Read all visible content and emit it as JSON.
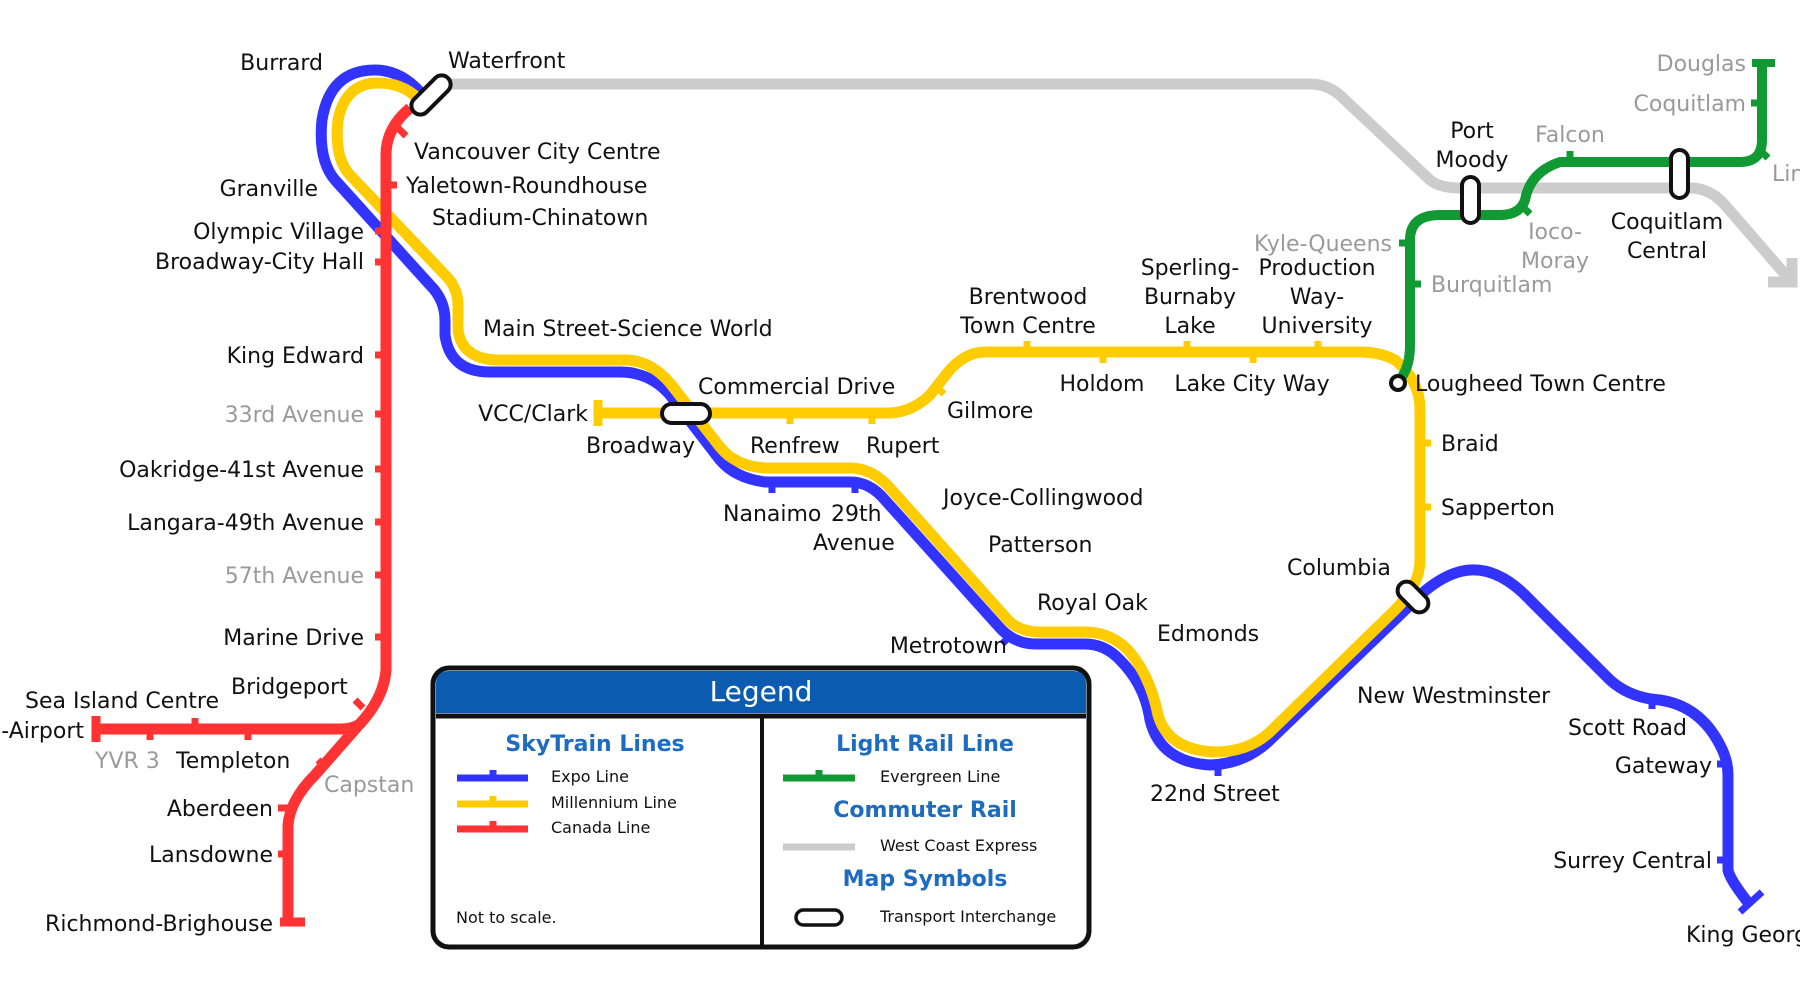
{
  "colors": {
    "expo": "#3333ff",
    "millennium": "#ffcc00",
    "canada": "#ff3333",
    "evergreen": "#119933",
    "wce": "#cccccc",
    "legend_header": "#0b5bb0",
    "legend_heading_text": "#1e6cc0",
    "future_station": "#9a9a9a"
  },
  "stations": {
    "waterfront": "Waterfront",
    "burrard": "Burrard",
    "granville": "Granville",
    "vancouver_city_centre": "Vancouver City Centre",
    "yaletown": "Yaletown-Roundhouse",
    "stadium": "Stadium-Chinatown",
    "olympic_village": "Olympic Village",
    "broadway_city_hall": "Broadway-City Hall",
    "main_street": "Main Street-Science World",
    "king_edward": "King Edward",
    "ave33": "33rd Avenue",
    "oakridge": "Oakridge-41st Avenue",
    "langara": "Langara-49th Avenue",
    "ave57": "57th Avenue",
    "marine_drive": "Marine Drive",
    "bridgeport": "Bridgeport",
    "sea_island": "Sea Island Centre",
    "airport": "-Airport",
    "yvr3": "YVR 3",
    "templeton": "Templeton",
    "capstan": "Capstan",
    "aberdeen": "Aberdeen",
    "lansdowne": "Lansdowne",
    "richmond": "Richmond-Brighouse",
    "vcc_clark": "VCC/Clark",
    "commercial": "Commercial Drive",
    "broadway": "Broadway",
    "renfrew": "Renfrew",
    "rupert": "Rupert",
    "gilmore": "Gilmore",
    "nanaimo": "Nanaimo",
    "ave29_line1": "29th",
    "ave29_line2": "Avenue",
    "joyce": "Joyce-Collingwood",
    "patterson": "Patterson",
    "royal_oak": "Royal Oak",
    "metrotown": "Metrotown",
    "edmonds": "Edmonds",
    "street22": "22nd Street",
    "new_westminster": "New Westminster",
    "columbia": "Columbia",
    "scott_road": "Scott Road",
    "gateway": "Gateway",
    "surrey_central": "Surrey Central",
    "king_george": "King Georg",
    "brentwood_line1": "Brentwood",
    "brentwood_line2": "Town Centre",
    "holdom": "Holdom",
    "sperling_line1": "Sperling-",
    "sperling_line2": "Burnaby",
    "sperling_line3": "Lake",
    "lake_city": "Lake City Way",
    "production_line1": "Production",
    "production_line2": "Way-",
    "production_line3": "University",
    "lougheed": "Lougheed Town Centre",
    "braid": "Braid",
    "sapperton": "Sapperton",
    "kyle_queens": "Kyle-Queens",
    "burquitlam": "Burquitlam",
    "port_moody_line1": "Port",
    "port_moody_line2": "Moody",
    "ioco_line1": "Ioco-",
    "ioco_line2": "Moray",
    "falcon": "Falcon",
    "coquitlam_central_line1": "Coquitlam",
    "coquitlam_central_line2": "Central",
    "coquitlam": "Coquitlam",
    "douglas": "Douglas",
    "lincoln": "Lin"
  },
  "legend": {
    "title": "Legend",
    "skytrain_heading": "SkyTrain Lines",
    "expo_label": "Expo Line",
    "millennium_label": "Millennium Line",
    "canada_label": "Canada Line",
    "note": "Not to scale.",
    "light_rail_heading": "Light Rail Line",
    "evergreen_label": "Evergreen Line",
    "commuter_heading": "Commuter Rail",
    "wce_label": "West Coast Express",
    "symbols_heading": "Map Symbols",
    "interchange_label": "Transport Interchange"
  }
}
